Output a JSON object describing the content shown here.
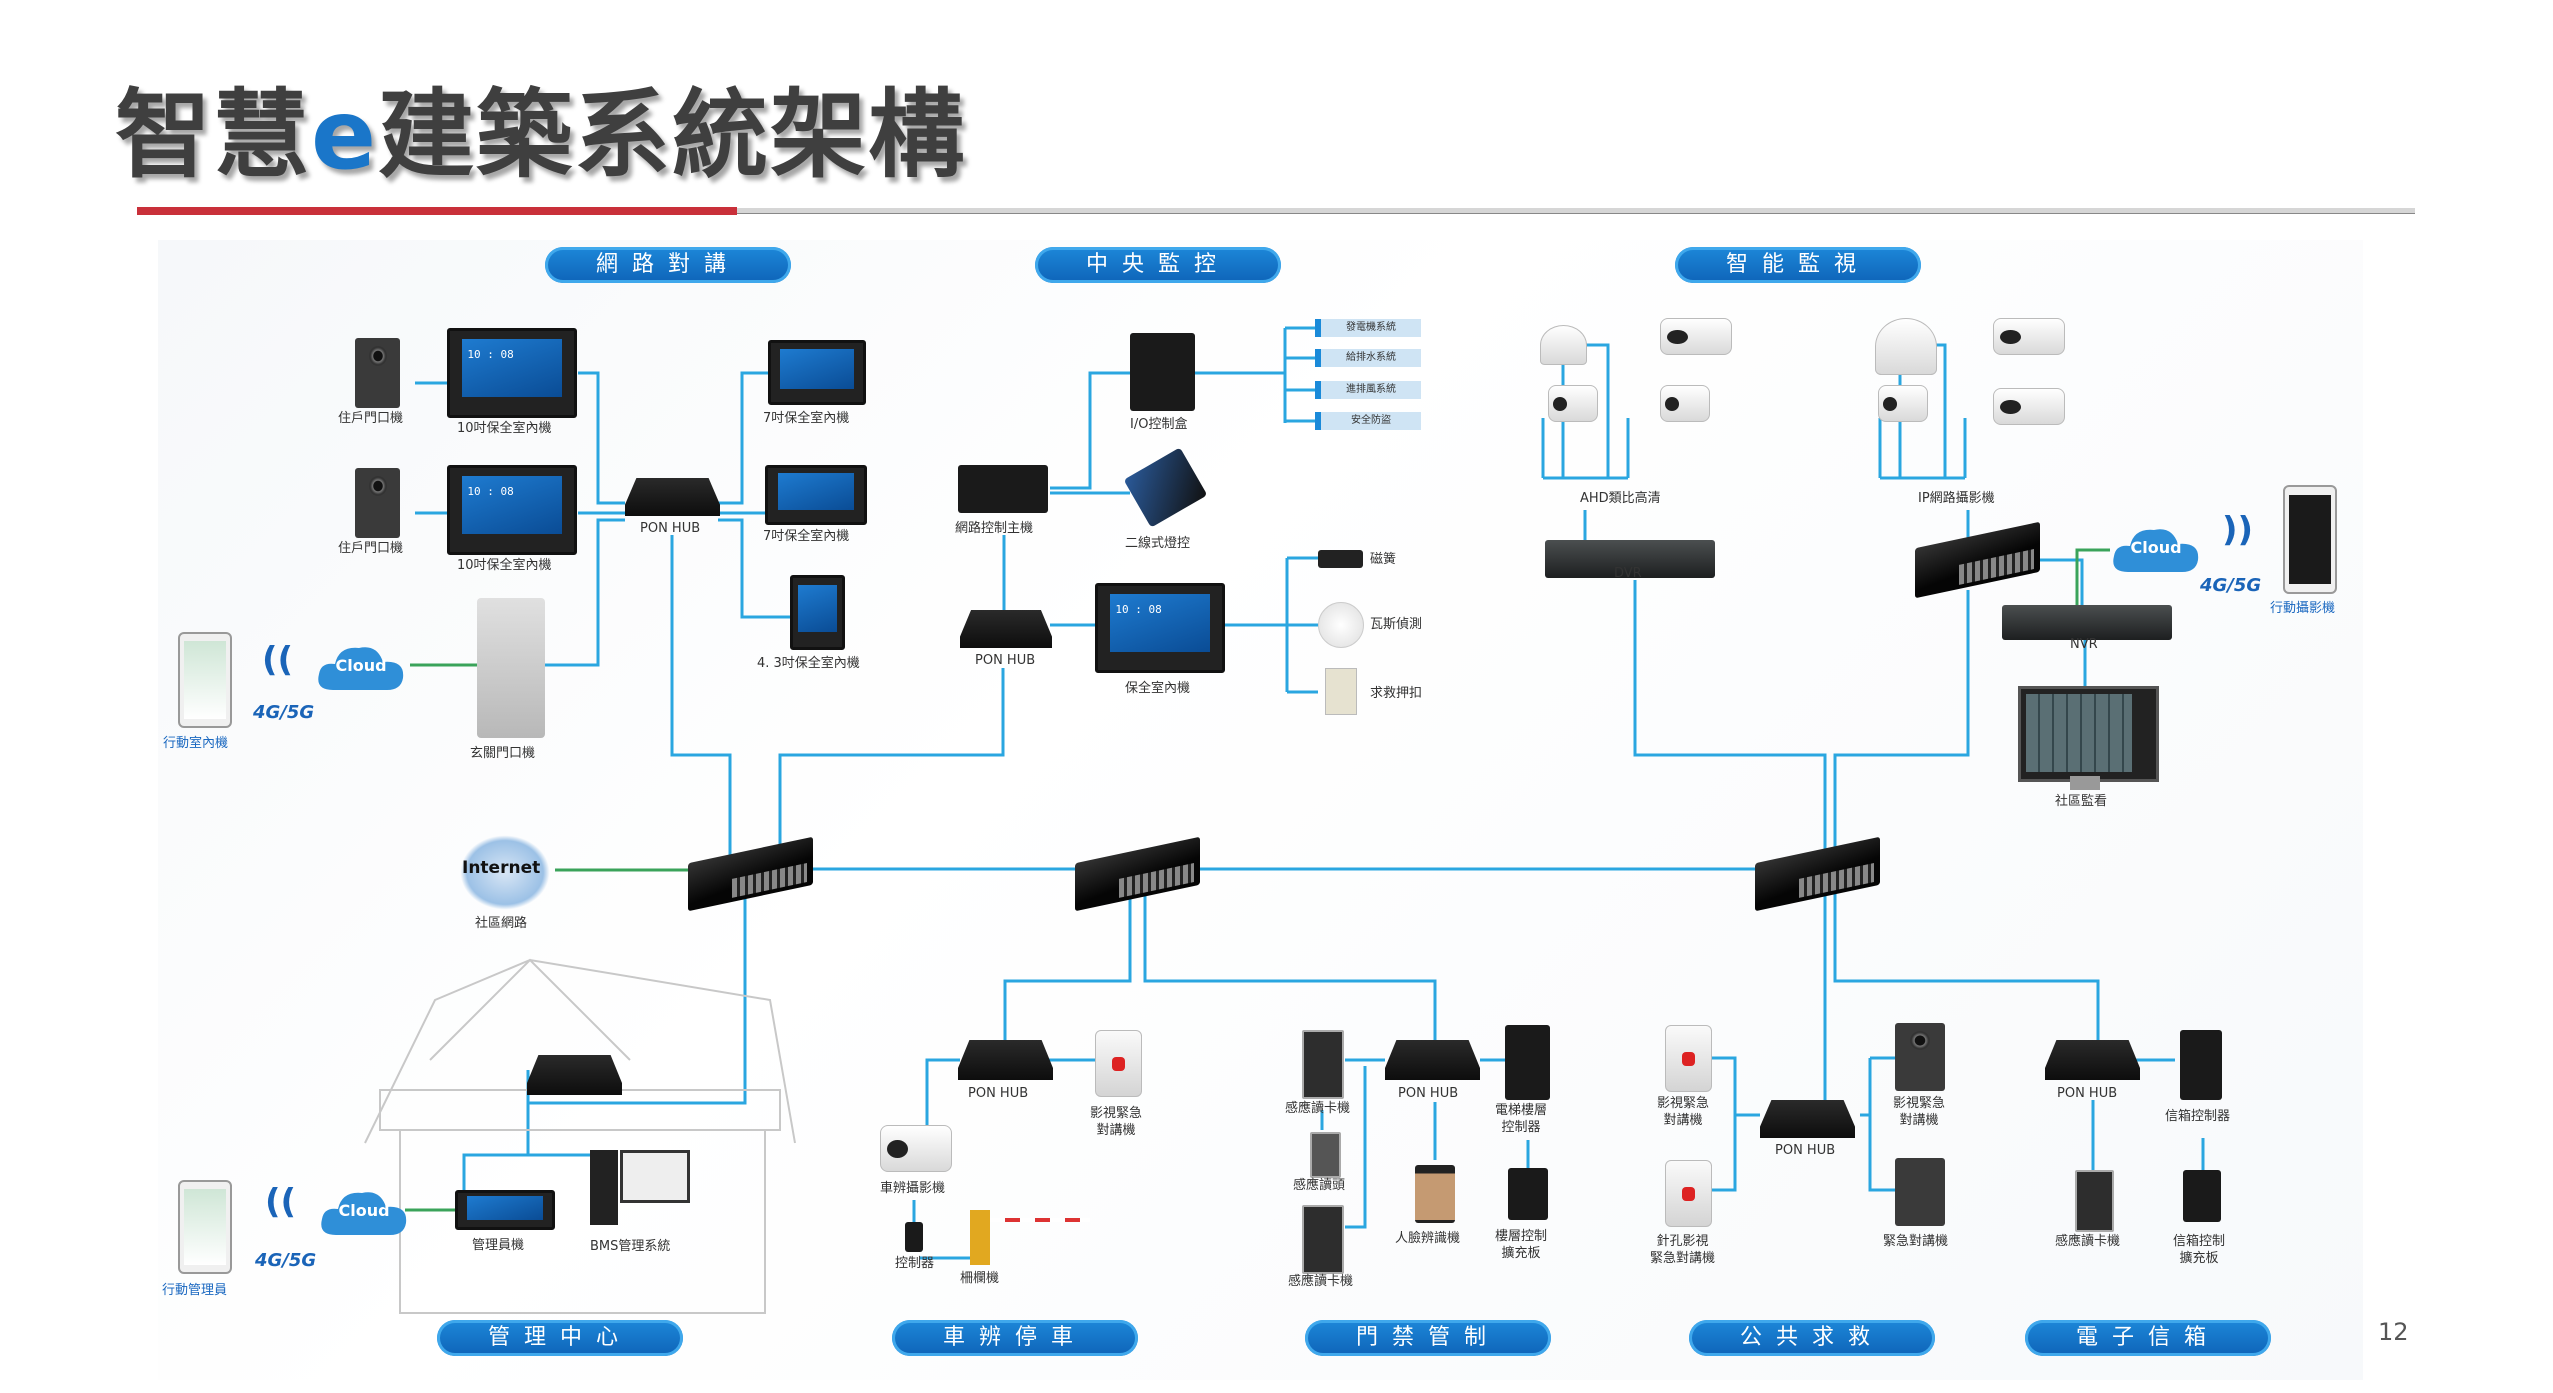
{
  "slide": {
    "title_prefix": "智慧",
    "title_accent": "e",
    "title_suffix": "建築系統架構",
    "page_number": "12",
    "colors": {
      "title": "#3f3f3f",
      "accent": "#1a76c9",
      "rule_red": "#c9303a",
      "pill": "#0e64b8",
      "wire": "#2aa6e0",
      "wire_cloud": "#3aa35a"
    }
  },
  "sections": {
    "intercom": "網路對講",
    "central": "中央監控",
    "surveillance": "智能監視",
    "management": "管理中心",
    "parking": "車辨停車",
    "access": "門禁管制",
    "rescue": "公共求救",
    "mailbox": "電子信箱"
  },
  "intercom": {
    "door_unit_1": "住戶門口機",
    "indoor_10in_1": "10吋保全室內機",
    "door_unit_2": "住戶門口機",
    "indoor_10in_2": "10吋保全室內機",
    "pon_hub": "PON HUB",
    "indoor_7in_1": "7吋保全室內機",
    "indoor_7in_2": "7吋保全室內機",
    "indoor_43in": "4. 3吋保全室內機",
    "lobby_panel": "玄關門口機",
    "mobile": "行動室內機",
    "cloud": "Cloud",
    "network": "4G/5G",
    "clock": "10 : 08"
  },
  "central": {
    "io_box": "I/O控制盒",
    "controller": "網路控制主機",
    "light_ctrl": "二線式燈控",
    "pon_hub": "PON HUB",
    "indoor": "保全室內機",
    "systems": [
      "發電機系統",
      "給排水系統",
      "進排風系統",
      "安全防盜"
    ],
    "sensors": [
      "磁簧",
      "瓦斯偵測",
      "求救押扣"
    ],
    "clock": "10 : 08"
  },
  "surveillance": {
    "ahd": "AHD類比高清",
    "dvr": "DVR",
    "ip_cam": "IP網路攝影機",
    "nvr": "NVR",
    "monitor": "社區監看",
    "cloud": "Cloud",
    "network": "4G/5G",
    "mobile": "行動攝影機"
  },
  "backbone": {
    "internet": "Internet",
    "community_net": "社區網路"
  },
  "management": {
    "admin_unit": "管理員機",
    "bms": "BMS管理系統",
    "cloud": "Cloud",
    "network": "4G/5G",
    "mobile_admin": "行動管理員"
  },
  "parking": {
    "pon_hub": "PON HUB",
    "emergency": "影視緊急\n對講機",
    "lpr_cam": "車辨攝影機",
    "controller": "控制器",
    "barrier": "柵欄機"
  },
  "access": {
    "reader_1": "感應讀卡機",
    "reader_head": "感應讀頭",
    "reader_2": "感應讀卡機",
    "pon_hub": "PON HUB",
    "face": "人臉辨識機",
    "elevator": "電梯樓層\n控制器",
    "floor_ext": "樓層控制\n擴充板"
  },
  "rescue": {
    "video_emer_1": "影視緊急\n對講機",
    "pinhole": "針孔影視\n緊急對講機",
    "pon_hub": "PON HUB",
    "video_emer_2": "影視緊急\n對講機",
    "emer": "緊急對講機"
  },
  "mailbox": {
    "pon_hub": "PON HUB",
    "controller": "信箱控制器",
    "reader": "感應讀卡機",
    "ext": "信箱控制\n擴充板"
  }
}
